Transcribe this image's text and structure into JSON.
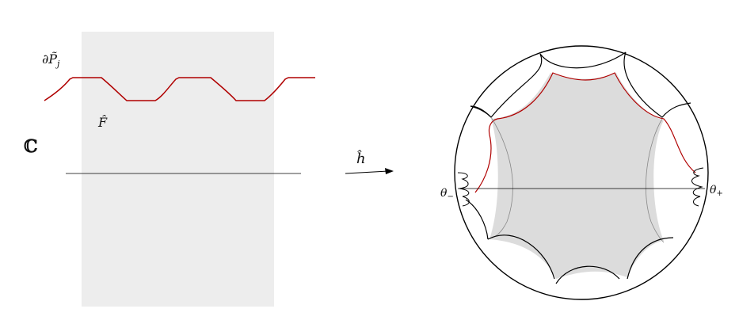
{
  "labels": {
    "boundary_label": "∂P̃",
    "boundary_sub": "j",
    "region_label": "F̂",
    "plane_label": "ℂ",
    "map_label": "ĥ",
    "theta_minus": "θ",
    "theta_minus_sub": "−",
    "theta_plus": "θ",
    "theta_plus_sub": "+"
  },
  "colors": {
    "strip_fill": "#ededed",
    "boundary_curve": "#b00000",
    "line": "#000000",
    "region_fill": "#dcdcdc"
  }
}
